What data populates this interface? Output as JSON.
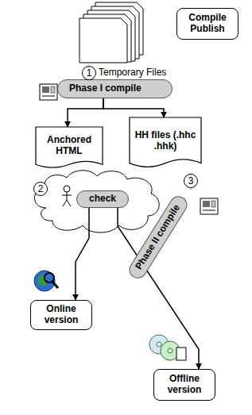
{
  "diagram": {
    "nodes": [
      {
        "text": [
          "Compile Publish"
        ]
      },
      {
        "text": [
          "Phase I compile"
        ]
      },
      {
        "text": [
          "Anchored HTML"
        ]
      },
      {
        "text": [
          "HH files (.hhc .hhk)"
        ]
      },
      {
        "text": [
          "check"
        ]
      },
      {
        "text": [
          "Phase II compile"
        ]
      },
      {
        "text": [
          "Online version"
        ]
      },
      {
        "text": [
          "Offline version"
        ]
      }
    ],
    "edges": [
      {
        "from": 1,
        "to": 2,
        "arrow": "to"
      },
      {
        "from": 1,
        "to": 3,
        "arrow": "to"
      },
      {
        "from": 4,
        "to": 6,
        "arrow": "to"
      },
      {
        "from": 4,
        "to": 7,
        "arrow": "to"
      }
    ],
    "labels": [
      "1",
      "Temporary Files",
      "2",
      "3"
    ]
  }
}
